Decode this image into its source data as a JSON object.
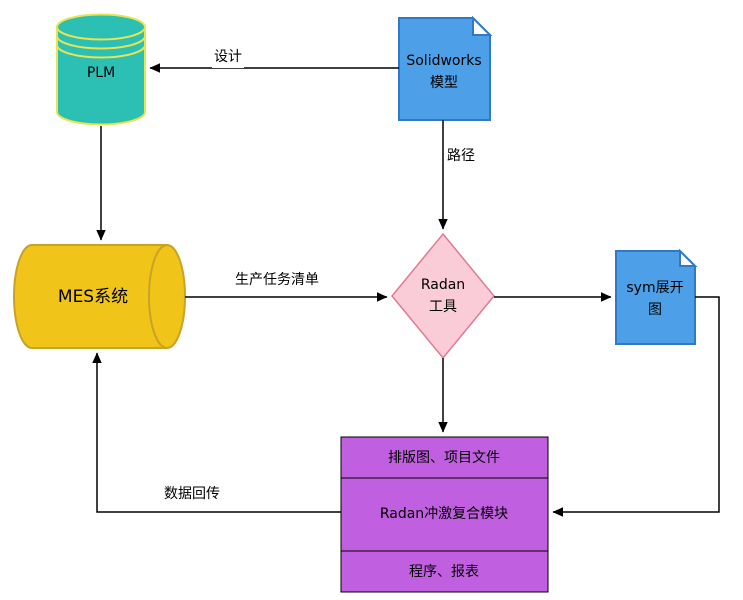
{
  "colors": {
    "plm_fill": "#2cbfb4",
    "plm_stroke": "#e9e44f",
    "doc_fill": "#4d9fe8",
    "doc_fold_fill": "#ffffff",
    "mes_fill": "#f0c419",
    "diamond_fill": "#f9ccd8",
    "module_fill": "#c060e0",
    "arrow_color": "#000000"
  },
  "nodes": {
    "plm": {
      "label": "PLM"
    },
    "solidworks": {
      "line1": "Solidworks",
      "line2": "模型"
    },
    "mes": {
      "label": "MES系统"
    },
    "radan": {
      "line1": "Radan",
      "line2": "工具"
    },
    "sym": {
      "line1": "sym展开",
      "line2": "图"
    },
    "module": {
      "row1": "排版图、项目文件",
      "row2": "Radan冲激复合模块",
      "row3": "程序、报表"
    }
  },
  "edges": {
    "design_label": "设计",
    "path_label": "路径",
    "task_label": "生产任务清单",
    "return_label": "数据回传"
  }
}
